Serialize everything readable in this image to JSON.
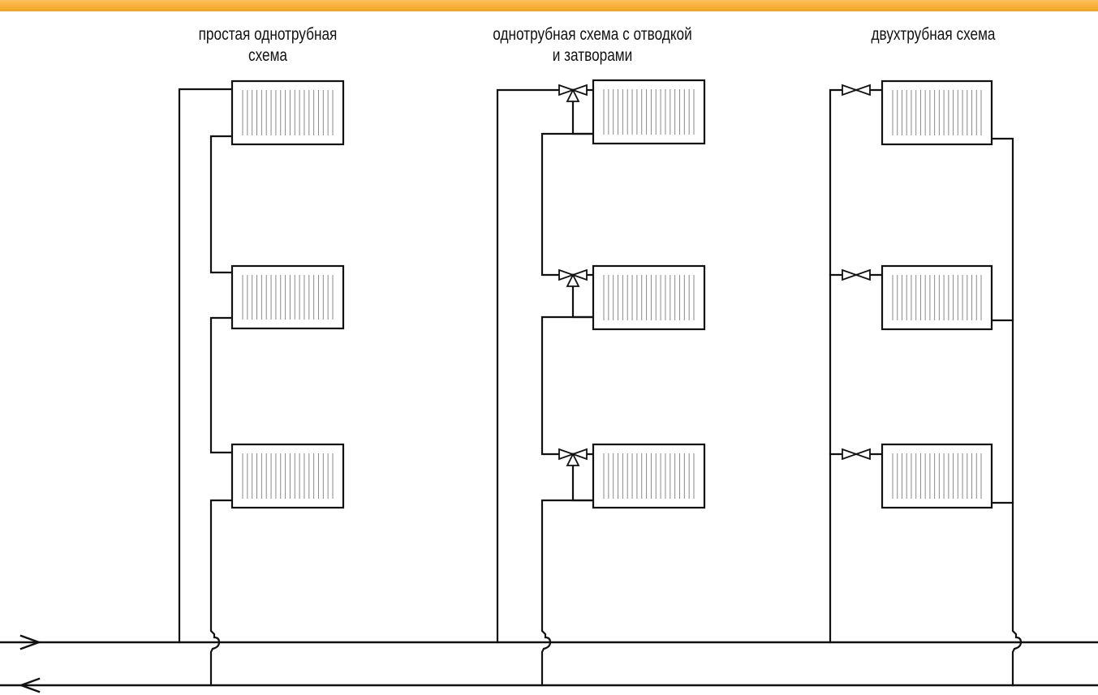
{
  "colors": {
    "accent_bar": "#f7a020",
    "accent_bar_light": "#fbc25a",
    "line": "#111111",
    "fin": "#8a8a8a",
    "background": "#ffffff"
  },
  "schemes": [
    {
      "id": "simple-single-pipe",
      "caption_lines": [
        "простая однотрубная",
        "схема"
      ],
      "radiator_count": 3,
      "has_bypass": true,
      "valve_type": "none"
    },
    {
      "id": "single-pipe-with-bypass-and-valves",
      "caption_lines": [
        "однотрубная схема с отводкой",
        "и затворами"
      ],
      "radiator_count": 3,
      "has_bypass": true,
      "valve_type": "three-way"
    },
    {
      "id": "two-pipe",
      "caption_lines": [
        "двухтрубная схема"
      ],
      "radiator_count": 3,
      "has_bypass": false,
      "valve_type": "two-way"
    }
  ],
  "mains": {
    "supply_arrow": "right",
    "return_arrow": "left"
  }
}
